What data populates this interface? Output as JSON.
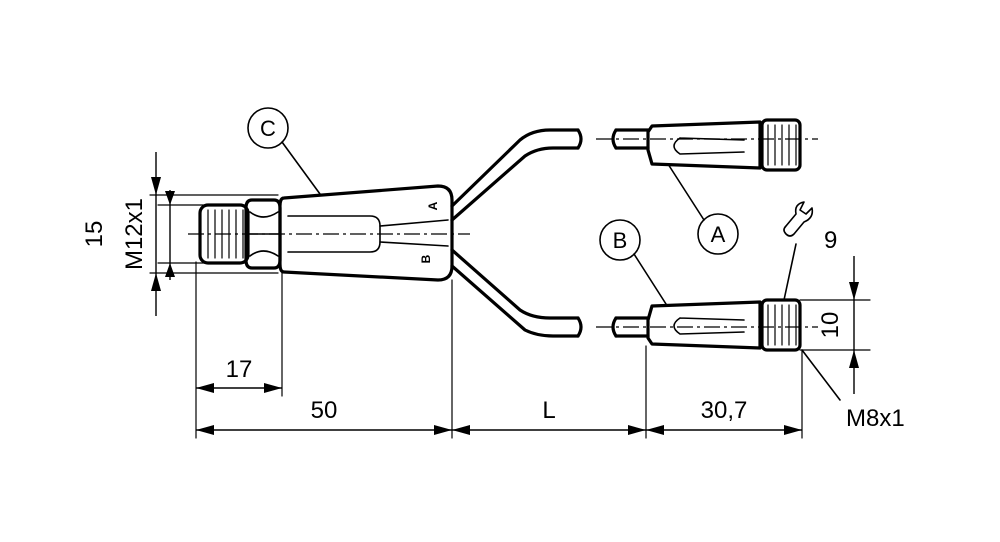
{
  "callouts": {
    "c": "C",
    "a": "A",
    "b": "B"
  },
  "body_marks": {
    "a": "A",
    "b": "B"
  },
  "dimensions": {
    "d15": "15",
    "m12": "M12x1",
    "d17": "17",
    "d50": "50",
    "dL": "L",
    "d307": "30,7",
    "d10": "10",
    "m8": "M8x1",
    "wrench": "9"
  },
  "icons": {
    "wrench": "wrench-icon"
  }
}
